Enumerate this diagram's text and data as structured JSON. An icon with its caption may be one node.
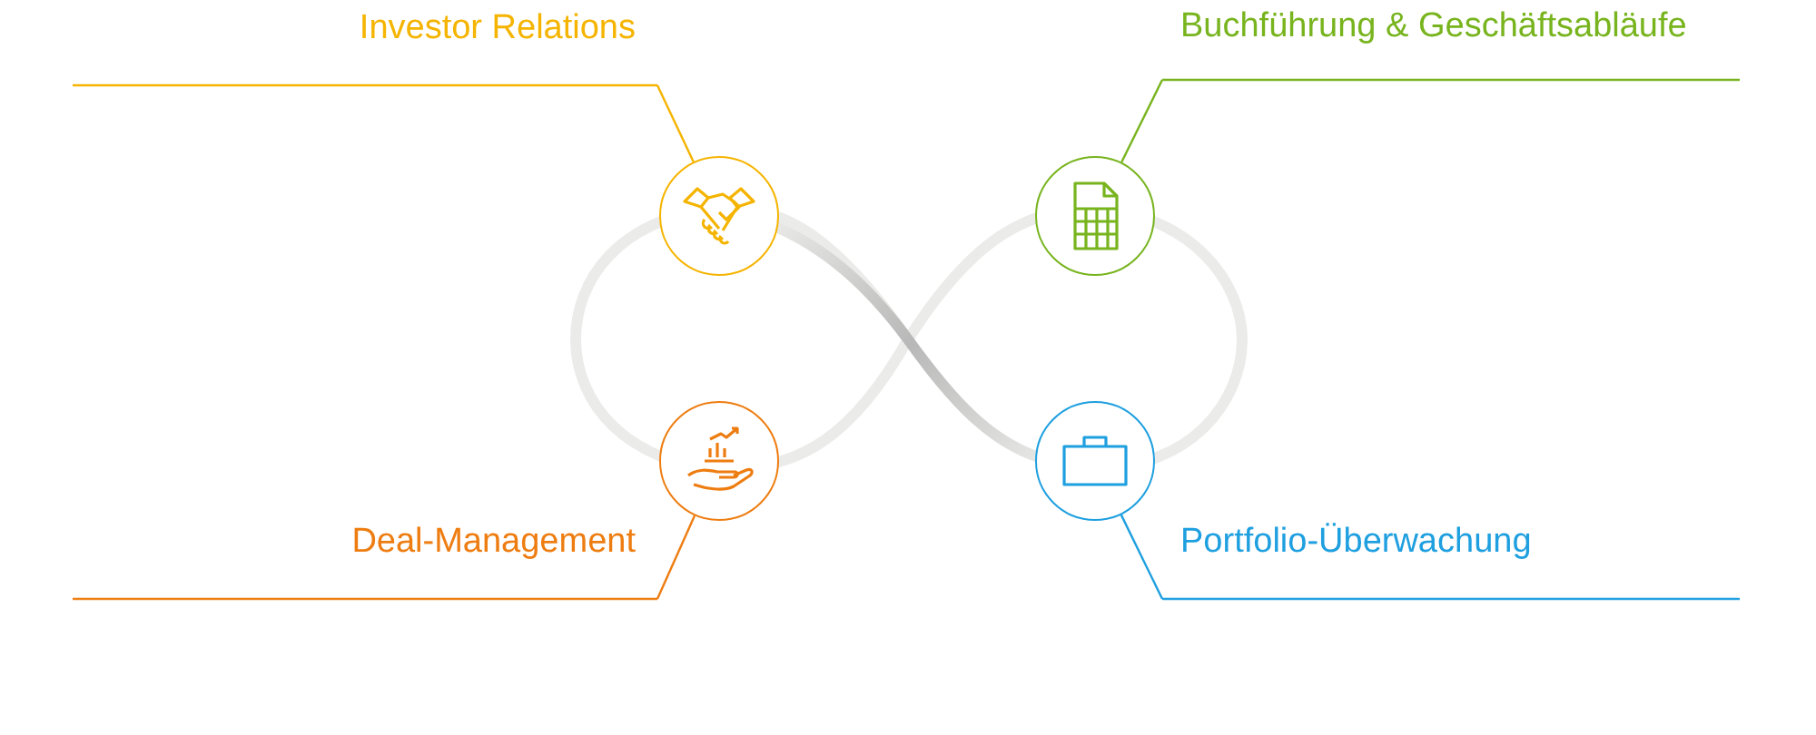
{
  "diagram": {
    "nodes": [
      {
        "text": [
          "Investor Relations"
        ]
      },
      {
        "text": [],
        "shape": "circle"
      },
      {
        "text": [
          "Buchführung & Geschäftsabläufe"
        ]
      },
      {
        "text": [],
        "shape": "circle"
      },
      {
        "text": [
          "Deal-Management"
        ]
      },
      {
        "text": [],
        "shape": "circle"
      },
      {
        "text": [
          "Portfolio-Überwachung"
        ]
      },
      {
        "text": [],
        "shape": "circle"
      }
    ],
    "edges": [
      {
        "from": 0,
        "to": 1,
        "arrow": "none",
        "color": "#f5b400"
      },
      {
        "from": 2,
        "to": 3,
        "arrow": "none",
        "color": "#78b41e"
      },
      {
        "from": 4,
        "to": 5,
        "arrow": "none",
        "color": "#ee7d11"
      },
      {
        "from": 6,
        "to": 7,
        "arrow": "none",
        "color": "#1e9fdf"
      }
    ]
  }
}
